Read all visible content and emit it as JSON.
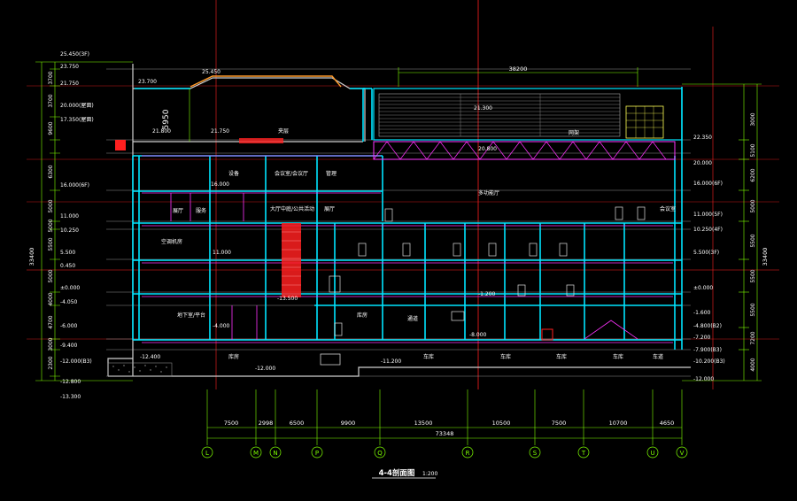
{
  "title": {
    "main": "4-4剖面图",
    "scale": "1:200"
  },
  "axes": [
    "L",
    "M",
    "N",
    "P",
    "Q",
    "R",
    "S",
    "T",
    "U",
    "V"
  ],
  "dims_bottom": [
    "7500",
    "2998",
    "6500",
    "9900",
    "13500",
    "10500",
    "7500",
    "10700",
    "4650"
  ],
  "dim_total": "73348",
  "dim_top": "38200",
  "dim_left_total": "33400",
  "dim_right_total": "33400",
  "dim_height_mark": "5950",
  "left_dims": [
    "3700",
    "3700",
    "9600",
    "6300",
    "5000",
    "5000",
    "5500",
    "5000",
    "4000",
    "4700",
    "3000",
    "2300"
  ],
  "right_dims": [
    "3000",
    "5100",
    "6200",
    "5000",
    "5500",
    "5500",
    "5500",
    "7200",
    "4000"
  ],
  "left_levels": [
    "25.450(3F)",
    "23.750",
    "21.750",
    "20.000(屋面)",
    "17.350(屋面)",
    "16.000(6F)",
    "11.000",
    "10.250",
    "5.500",
    "0.450",
    "±0.000",
    "-4.050",
    "-6.000",
    "-9.400",
    "-12.000(B3)",
    "-12.800",
    "-13.300"
  ],
  "right_levels": [
    "22.350",
    "20.000",
    "16.000(6F)",
    "11.000(5F)",
    "10.250(4F)",
    "5.500(3F)",
    "±0.000",
    "-1.600",
    "-4.800(B2)",
    "-7.200",
    "-7.900(B3)",
    "-10.200(B3)",
    "-12.000"
  ],
  "rooms": [
    "夹层",
    "设备",
    "会议室/会议厅",
    "管理",
    "多功能厅",
    "展厅",
    "服务",
    "大厅中庭/公共活动",
    "展厅",
    "空调机房",
    "会议室",
    "地下室/平台",
    "库房",
    "通道",
    "车库",
    "库房",
    "车库",
    "车库",
    "车库",
    "车道",
    "网架"
  ],
  "elev_labels": [
    "25.450",
    "23.700",
    "21.800",
    "21.750",
    "16.000",
    "11.000",
    "-1.200",
    "-4.000",
    "-8.000",
    "-11.200",
    "-12.000",
    "21.300",
    "20.800",
    "-13.500",
    "-12.400"
  ]
}
